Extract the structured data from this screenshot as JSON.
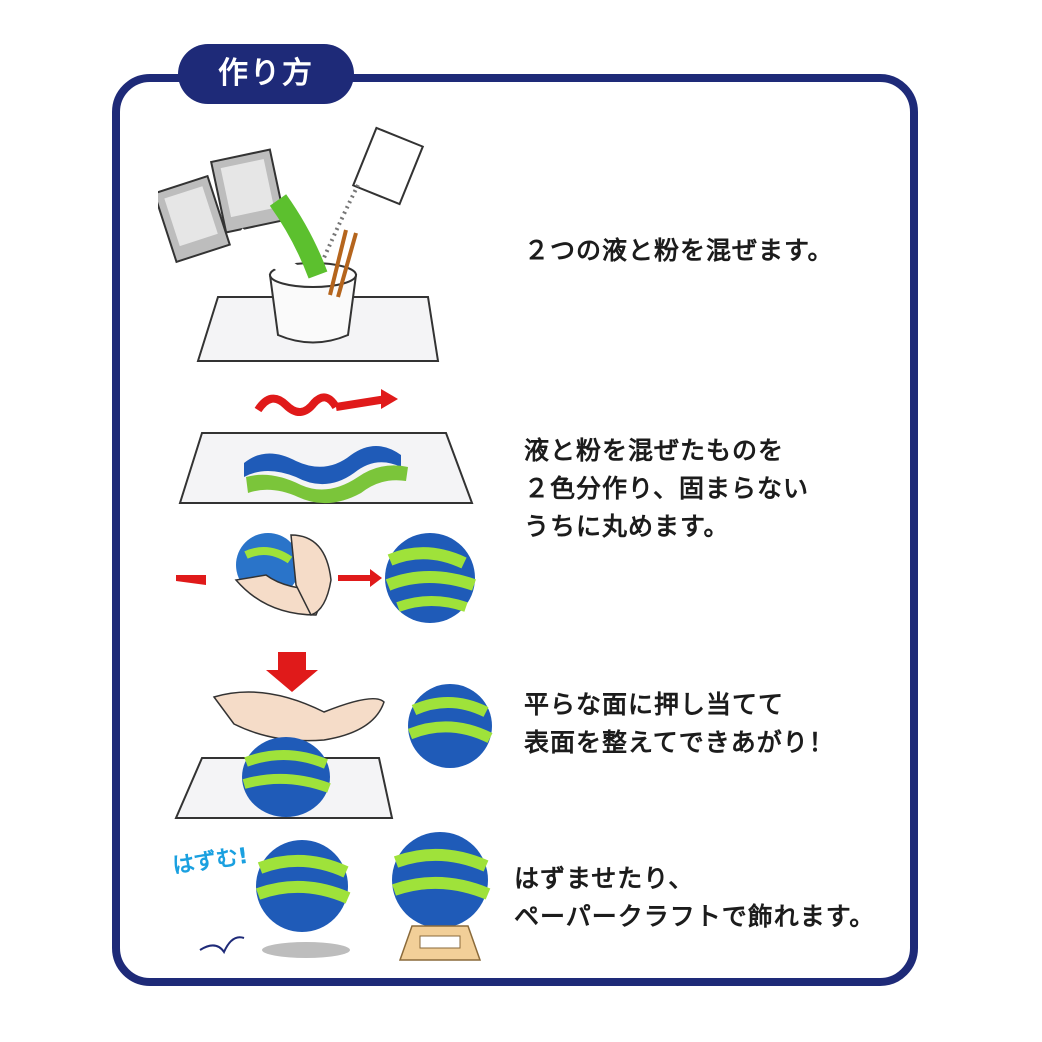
{
  "title": "作り方",
  "steps": [
    {
      "lines": [
        "２つの液と粉を混ぜます。"
      ]
    },
    {
      "lines": [
        "液と粉を混ぜたものを",
        "２色分作り、固まらない",
        "うちに丸めます。"
      ]
    },
    {
      "lines": [
        "平らな面に押し当てて",
        "表面を整えてできあがり！"
      ]
    },
    {
      "lines": [
        "はずませたり、",
        "ペーパークラフトで飾れます。"
      ]
    }
  ],
  "bounce_label": "はずむ!",
  "colors": {
    "frame": "#1e2a78",
    "arrow": "#e01a1a",
    "ball_blue": "#1f5bb8",
    "ball_green": "#9fe23a"
  }
}
